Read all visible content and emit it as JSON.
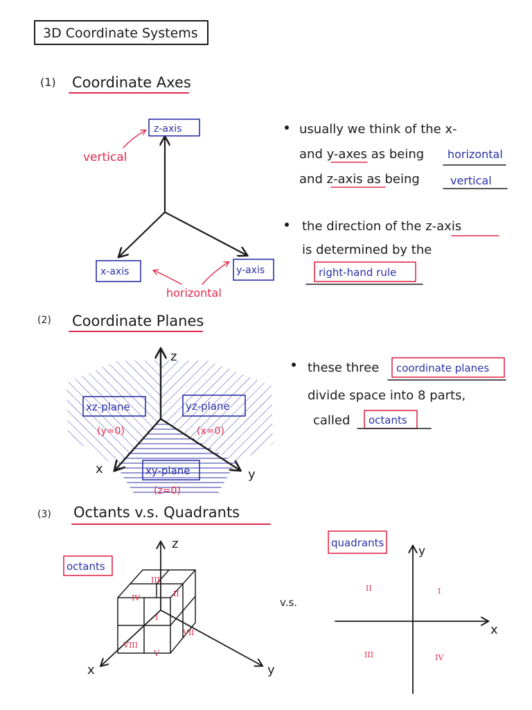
{
  "title": "3D Coordinate Systems",
  "colors": {
    "ink": "#1a1a1a",
    "blue": "#2a2fa6",
    "red": "#e0294a"
  },
  "sections": [
    {
      "number": "(1)",
      "heading": "Coordinate Axes",
      "labels": {
        "z_axis": "z-axis",
        "x_axis": "x-axis",
        "y_axis": "y-axis",
        "vertical": "vertical",
        "horizontal": "horizontal"
      },
      "bullets": [
        {
          "line1": "usually we think of the x-",
          "line2": "and y-axes as being",
          "word2": "horizontal",
          "line3": "and z-axis as being",
          "word3": "vertical"
        },
        {
          "line1": "the direction of the z-axis",
          "line2": "is determined by the",
          "boxed": "right-hand rule"
        }
      ]
    },
    {
      "number": "(2)",
      "heading": "Coordinate Planes",
      "labels": {
        "z": "z",
        "x": "x",
        "y": "y",
        "xz_plane": "xz-plane",
        "xz_eq": "(y=0)",
        "yz_plane": "yz-plane",
        "yz_eq": "(x=0)",
        "xy_plane": "xy-plane",
        "xy_eq": "(z=0)"
      },
      "bullet": {
        "line1": "these three",
        "boxed": "coordinate planes",
        "line2": "divide space into 8 parts,",
        "line3": "called",
        "boxed2": "octants"
      }
    },
    {
      "number": "(3)",
      "heading": "Octants v.s. Quadrants",
      "labels": {
        "octants": "octants",
        "z": "z",
        "x": "x",
        "y": "y",
        "vs": "v.s.",
        "quadrants": "quadrants",
        "qx": "x",
        "qy": "y"
      },
      "octant_numerals": [
        "III",
        "II",
        "IV",
        "I",
        "VII",
        "V",
        "VIII"
      ],
      "quadrant_numerals": {
        "q1": "I",
        "q2": "II",
        "q3": "III",
        "q4": "IV"
      }
    }
  ]
}
